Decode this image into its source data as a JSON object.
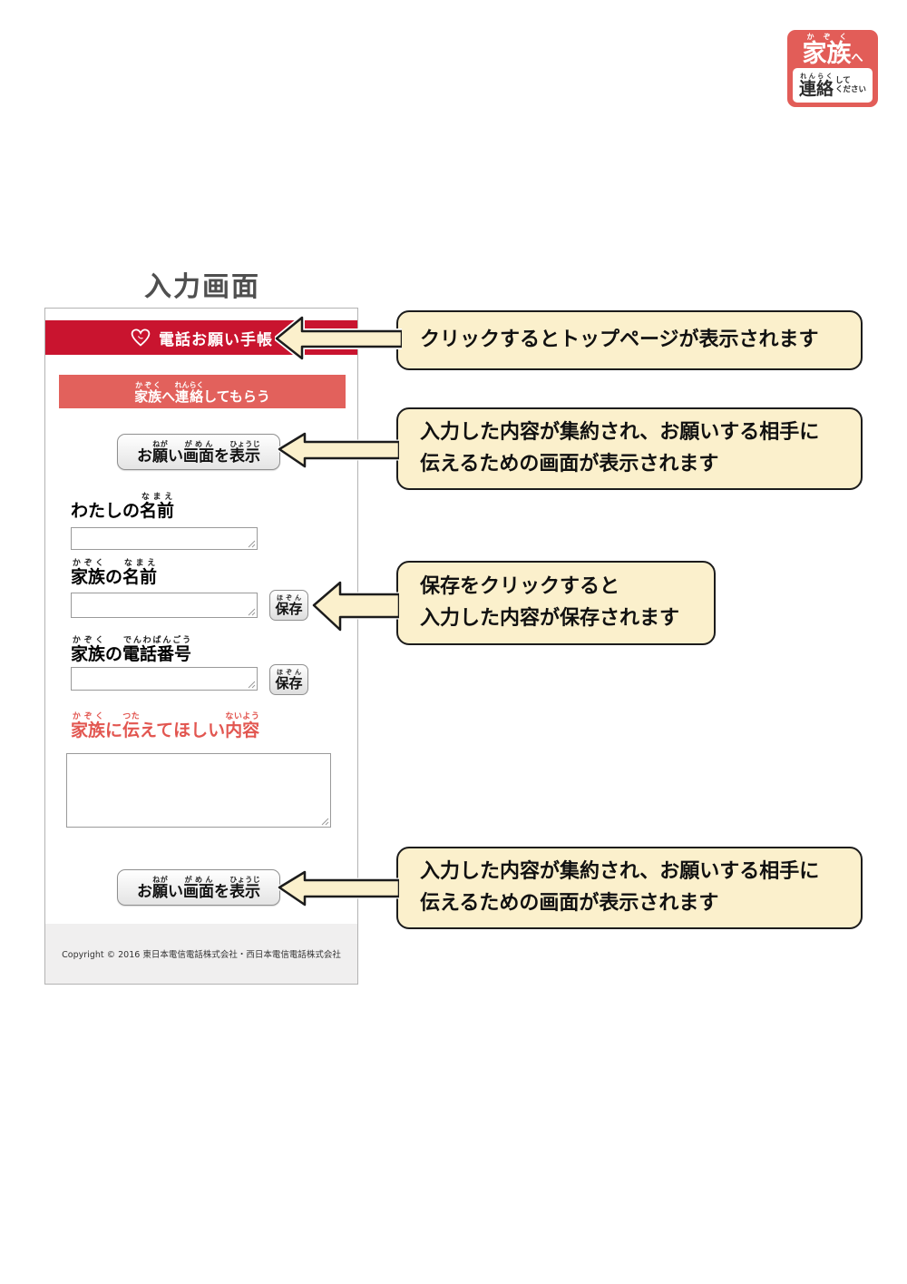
{
  "page": {
    "title": "入力画面"
  },
  "badge": {
    "family_to": [
      {
        "base": "家族",
        "rt": "かぞく"
      },
      {
        "base": "へ",
        "plain": true
      }
    ],
    "contact": [
      {
        "base": "連絡",
        "rt": "れんらく"
      }
    ],
    "please_line1": "して",
    "please_line2": "ください"
  },
  "phone": {
    "header": {
      "title": "電話お願い手帳"
    },
    "banner": [
      {
        "base": "家族",
        "rt": "かぞく"
      },
      {
        "base": "へ"
      },
      {
        "base": "連絡",
        "rt": "れんらく"
      },
      {
        "base": "してもらう"
      }
    ],
    "show_request_button": [
      {
        "base": "お"
      },
      {
        "base": "願",
        "rt": "ねが"
      },
      {
        "base": "い"
      },
      {
        "base": "画面",
        "rt": "がめん"
      },
      {
        "base": "を"
      },
      {
        "base": "表示",
        "rt": "ひょうじ"
      }
    ],
    "save_button": [
      {
        "base": "保存",
        "rt": "ほぞん"
      }
    ],
    "labels": {
      "my_name": [
        {
          "base": "わたしの"
        },
        {
          "base": "名前",
          "rt": "なまえ"
        }
      ],
      "family_name": [
        {
          "base": "家族",
          "rt": "かぞく"
        },
        {
          "base": "の"
        },
        {
          "base": "名前",
          "rt": "なまえ"
        }
      ],
      "family_phone": [
        {
          "base": "家族",
          "rt": "かぞく"
        },
        {
          "base": "の"
        },
        {
          "base": "電話番号",
          "rt": "でんわばんごう"
        }
      ],
      "message": [
        {
          "base": "家族",
          "rt": "かぞく"
        },
        {
          "base": "に"
        },
        {
          "base": "伝",
          "rt": "つた"
        },
        {
          "base": "えてほしい"
        },
        {
          "base": "内容",
          "rt": "ないよう"
        }
      ]
    },
    "fields": {
      "my_name_value": "",
      "family_name_value": "",
      "family_phone_value": "",
      "message_value": ""
    },
    "footer": "Copyright © 2016 東日本電信電話株式会社・西日本電信電話株式会社"
  },
  "callouts": {
    "top_page": {
      "lines": [
        "クリックするとトップページが表示されます"
      ]
    },
    "show_request_top": {
      "lines": [
        "入力した内容が集約され、お願いする相手に",
        "伝えるための画面が表示されます"
      ]
    },
    "save": {
      "lines": [
        "保存をクリックすると",
        "入力した内容が保存されます"
      ]
    },
    "show_request_bottom": {
      "lines": [
        "入力した内容が集約され、お願いする相手に",
        "伝えるための画面が表示されます"
      ]
    }
  },
  "colors": {
    "header_red": "#c9142f",
    "salmon": "#e2615c",
    "badge_red": "#e25d58",
    "red_label": "#e25650",
    "callout_bg": "#fbf0cc",
    "callout_border": "#1c1c1c"
  }
}
